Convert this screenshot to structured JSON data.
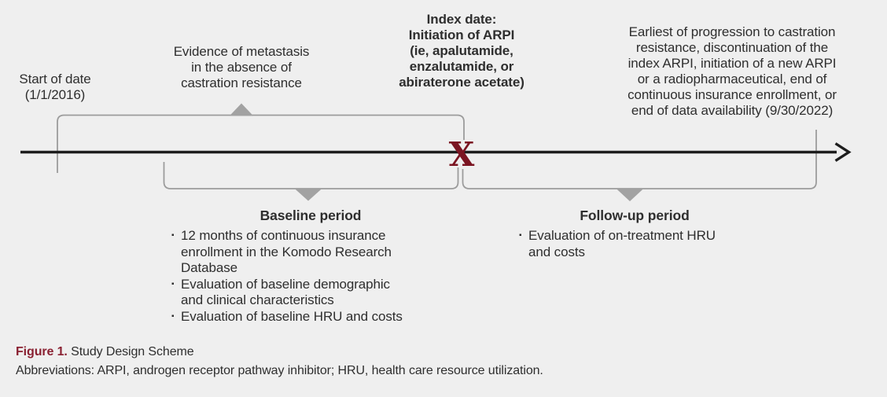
{
  "figure": {
    "caption_label": "Figure 1.",
    "caption_text": " Study Design Scheme",
    "abbreviations": "Abbreviations: ARPI, androgen receptor pathway inhibitor; HRU, health care resource utilization."
  },
  "timeline": {
    "start_label": "Start of date\n(1/1/2016)",
    "metastasis_label": "Evidence of metastasis\nin the absence of\ncastration resistance",
    "index_label": "Index date:\nInitiation of ARPI\n(ie, apalutamide,\nenzalutamide, or\nabiraterone acetate)",
    "end_label": "Earliest of progression to castration\nresistance, discontinuation of the\nindex ARPI, initiation of a new ARPI\nor a radiopharmaceutical, end of\ncontinuous insurance enrollment, or\nend of data availability (9/30/2022)",
    "index_marker": "X"
  },
  "baseline_period": {
    "title": "Baseline period",
    "items": [
      "12 months of continuous insurance\nenrollment in the Komodo Research\nDatabase",
      "Evaluation of baseline demographic\nand clinical characteristics",
      "Evaluation of baseline HRU and costs"
    ]
  },
  "followup_period": {
    "title": "Follow-up period",
    "items": [
      "Evaluation of on-treatment HRU\nand costs"
    ]
  },
  "glyphs": {
    "bullet": "▪"
  },
  "colors": {
    "background": "#efefef",
    "text": "#2e2e2e",
    "x_marker_maroon": "#7b1522",
    "caption_maroon": "#8a2132",
    "bracket_gray": "#9c9c9c",
    "triangle_gray": "#a2a2a2",
    "timeline_black": "#1e1e1e"
  }
}
